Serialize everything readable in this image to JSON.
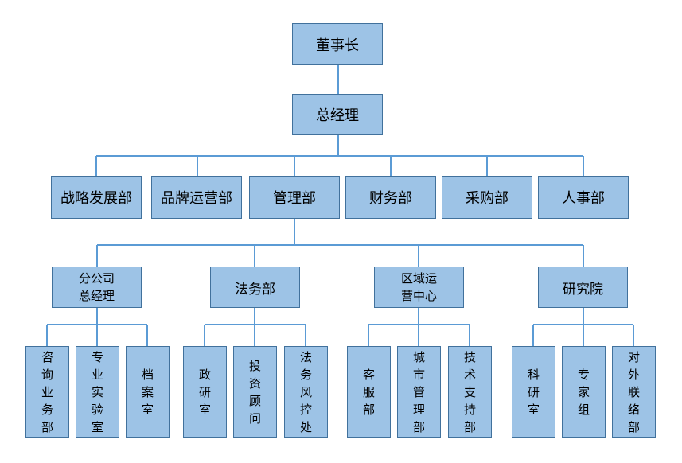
{
  "org_chart": {
    "chairman": "董事长",
    "general_manager": "总经理",
    "departments": [
      "战略发展部",
      "品牌运营部",
      "管理部",
      "财务部",
      "采购部",
      "人事部"
    ],
    "branches": [
      {
        "name": "分公司总经理",
        "line1": "分公司",
        "line2": "总经理",
        "units": [
          "咨询业务部",
          "专业实验室",
          "档案室"
        ]
      },
      {
        "name": "法务部",
        "line1": "法务部",
        "line2": "",
        "units": [
          "政研室",
          "投资顾问",
          "法务风控处"
        ]
      },
      {
        "name": "区域运营中心",
        "line1": "区域运",
        "line2": "营中心",
        "units": [
          "客服部",
          "城市管理部",
          "技术支持部"
        ]
      },
      {
        "name": "研究院",
        "line1": "研究院",
        "line2": "",
        "units": [
          "科研室",
          "专家组",
          "对外联络部"
        ]
      }
    ]
  }
}
